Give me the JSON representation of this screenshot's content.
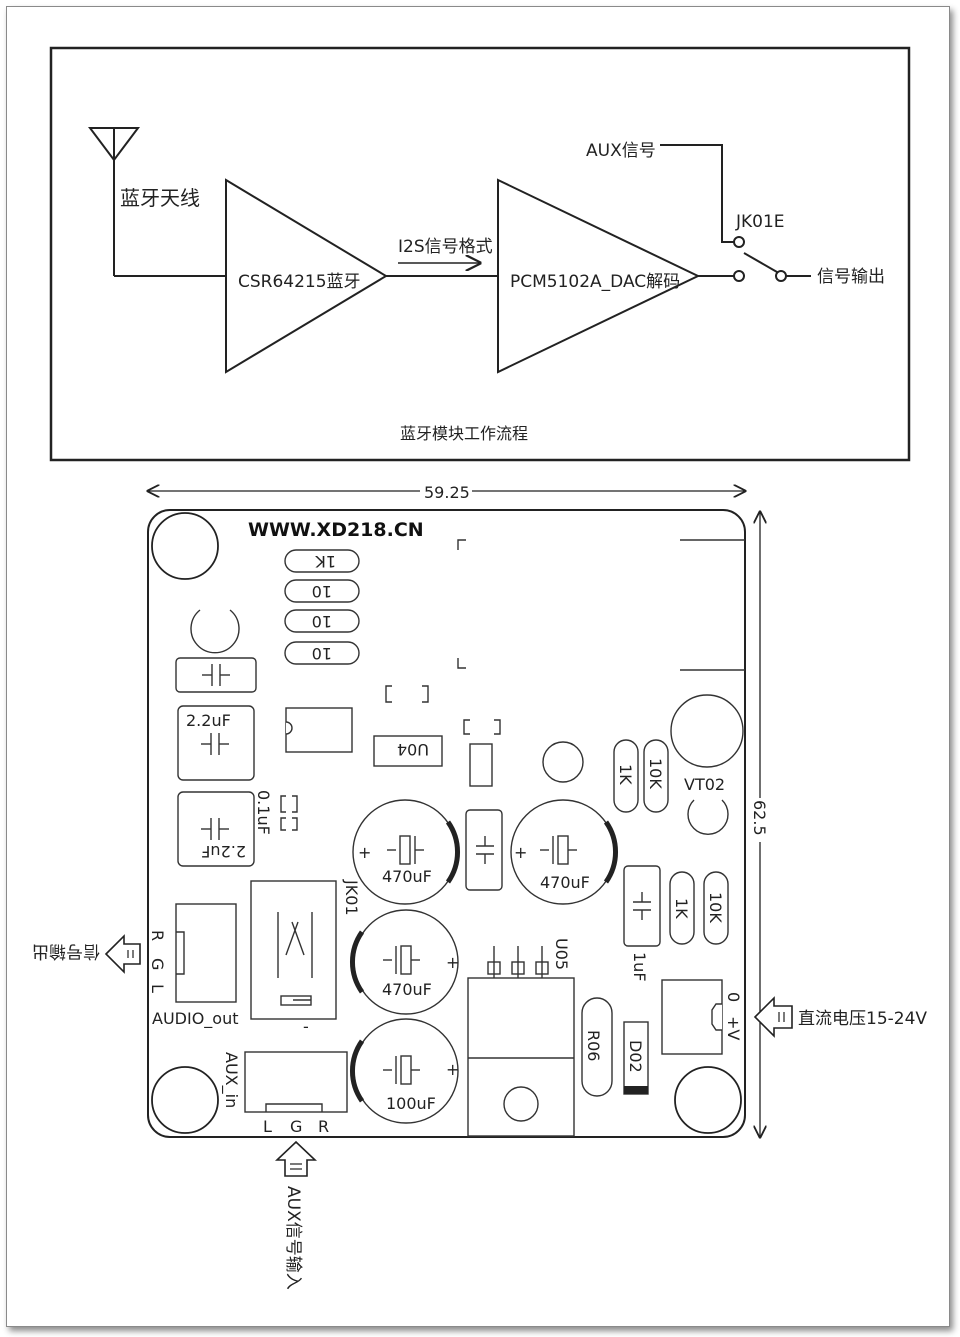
{
  "flow": {
    "antenna_label": "蓝牙天线",
    "csr_label": "CSR64215蓝牙",
    "i2s_label": "I2S信号格式",
    "dac_label": "PCM5102A_DAC解码",
    "aux_label": "AUX信号",
    "switch_label": "JK01E",
    "output_label": "信号输出",
    "caption": "蓝牙模块工作流程"
  },
  "board": {
    "width_dim": "59.25",
    "height_dim": "62.5",
    "website": "WWW.XD218.CN",
    "resistors_top": [
      "1K",
      "10",
      "10",
      "10"
    ],
    "cap_2u2_a": "2.2uF",
    "cap_2u2_b": "2.2uF",
    "cap_0u1": "0.1uF",
    "ic_u04": "U04",
    "jk01": "JK01",
    "cap_470_a": "470uF",
    "cap_470_b": "470uF",
    "cap_470_c": "470uF",
    "cap_100": "100uF",
    "res_1k_a": "1K",
    "res_10k_a": "10K",
    "vt02": "VT02",
    "res_1k_b": "1K",
    "res_10k_b": "10K",
    "cap_1uf": "1uF",
    "u05": "U05",
    "r06": "R06",
    "d02": "D02",
    "power_zero": "0",
    "power_plus": "+V",
    "audio_out": "AUDIO_out",
    "audio_pins": [
      "R",
      "G",
      "L"
    ],
    "aux_in": "AUX_in",
    "aux_pins": [
      "L",
      "G",
      "R"
    ],
    "plus_sign": "+",
    "minus_sign": "-"
  },
  "arrows": {
    "signal_out": "信号输出",
    "dc_in": "直流电压15-24V",
    "aux_input": "AUX信号输入"
  }
}
